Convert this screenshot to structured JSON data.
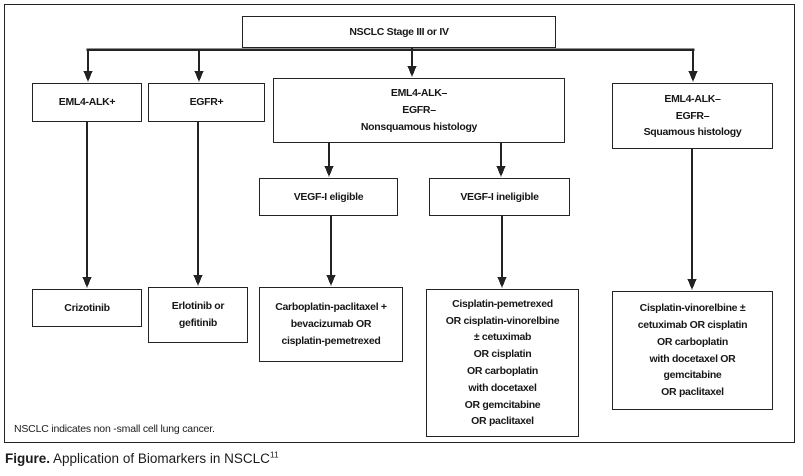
{
  "figure": {
    "footnote": "NSCLC indicates non -small cell lung cancer.",
    "caption_prefix": "Figure.",
    "caption_text": " Application of Biomarkers in NSCLC",
    "caption_superscript": "11"
  },
  "nodes": {
    "root": {
      "label": "NSCLC Stage III or IV"
    },
    "eml4_alk_positive": {
      "label": "EML4-ALK+"
    },
    "egfr_positive": {
      "label": "EGFR+"
    },
    "nonsquamous": {
      "label": "EML4-ALK–\nEGFR–\nNonsquamous histology"
    },
    "squamous": {
      "label": "EML4-ALK–\nEGFR–\nSquamous histology"
    },
    "vegf_eligible": {
      "label": "VEGF-I eligible"
    },
    "vegf_ineligible": {
      "label": "VEGF-I ineligible"
    },
    "crizotinib": {
      "label": "Crizotinib"
    },
    "erlotinib": {
      "label": "Erlotinib or\ngefitinib"
    },
    "carboplatin_regimen": {
      "label": "Carboplatin-paclitaxel +\nbevacizumab OR\ncisplatin-pemetrexed"
    },
    "cisplatin_pemetrexed_regimen": {
      "label": "Cisplatin-pemetrexed\nOR cisplatin-vinorelbine\n± cetuximab\nOR cisplatin\nOR carboplatin\nwith docetaxel\nOR gemcitabine\nOR paclitaxel"
    },
    "cisplatin_vinorelbine_regimen": {
      "label": "Cisplatin-vinorelbine ±\ncetuximab OR cisplatin\nOR carboplatin\nwith docetaxel OR\ngemcitabine\nOR paclitaxel"
    }
  },
  "colors": {
    "text": "#17171a",
    "line": "#232326",
    "background": "#ffffff"
  }
}
